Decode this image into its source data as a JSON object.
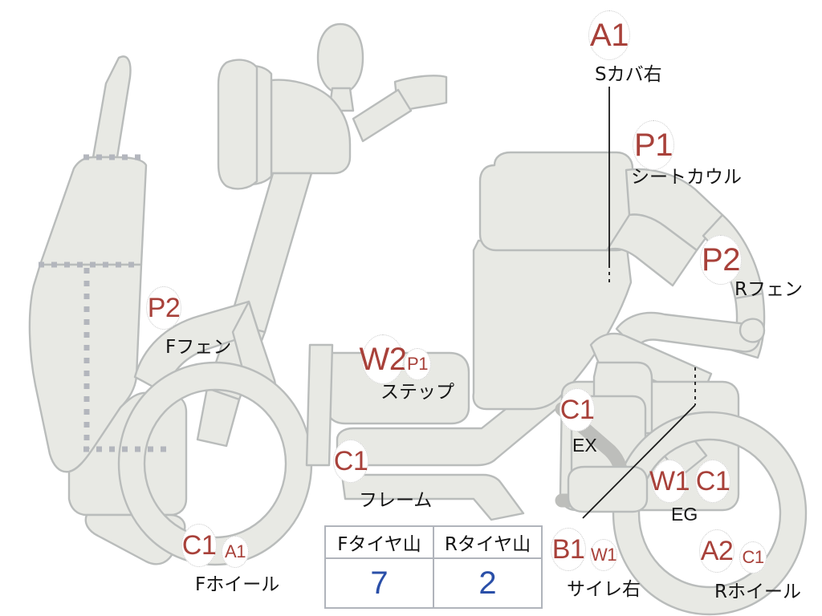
{
  "diagram": {
    "title": "scooter-damage-inspection-diagram",
    "colors": {
      "body_fill": "#e8e9e4",
      "body_stroke": "#b9bcbb",
      "marker_text": "#a8413a",
      "marker_border": "#c9c9c9",
      "caption_text": "#151515",
      "table_border": "#b0b4bb",
      "table_value": "#2a4fa8",
      "leader_line": "#1a1a1a",
      "divider_dash": "#b3b6bd",
      "background": "#ffffff"
    },
    "markers": [
      {
        "code": "A1",
        "part": "Sカバ右",
        "size": "big"
      },
      {
        "code": "P1",
        "part": "シートカウル",
        "size": "big"
      },
      {
        "code": "P2",
        "part": "Rフェン",
        "size": "big"
      },
      {
        "code": "P2",
        "part": "Fフェン",
        "size": "mid"
      },
      {
        "code": "W2",
        "part": "ステップ",
        "size": "big"
      },
      {
        "code": "P1",
        "part": "",
        "size": "small"
      },
      {
        "code": "C1",
        "part": "フレーム",
        "size": "mid"
      },
      {
        "code": "C1",
        "part": "EX",
        "size": "mid"
      },
      {
        "code": "W1",
        "part": "EG",
        "size": "mid"
      },
      {
        "code": "C1",
        "part": "",
        "size": "mid"
      },
      {
        "code": "C1",
        "part": "Fホイール",
        "size": "mid"
      },
      {
        "code": "A1",
        "part": "",
        "size": "small"
      },
      {
        "code": "B1",
        "part": "サイレ右",
        "size": "mid"
      },
      {
        "code": "W1",
        "part": "",
        "size": "small"
      },
      {
        "code": "A2",
        "part": "Rホイール",
        "size": "mid"
      },
      {
        "code": "C1",
        "part": "",
        "size": "small"
      }
    ],
    "labels": {
      "s_cover_right": {
        "code": "A1",
        "name": "Sカバ右"
      },
      "seat_cowl": {
        "code": "P1",
        "name": "シートカウル"
      },
      "rear_fender": {
        "code": "P2",
        "name": "Rフェン"
      },
      "front_fender": {
        "code": "P2",
        "name": "Fフェン"
      },
      "step": {
        "code": "W2",
        "sub": "P1",
        "name": "ステップ"
      },
      "frame": {
        "code": "C1",
        "name": "フレーム"
      },
      "exhaust": {
        "code": "C1",
        "name": "EX"
      },
      "engine": {
        "code": "W1",
        "sub": "C1",
        "name": "EG"
      },
      "front_wheel": {
        "code": "C1",
        "sub": "A1",
        "name": "Fホイール"
      },
      "silencer_right": {
        "code": "B1",
        "sub": "W1",
        "name": "サイレ右"
      },
      "rear_wheel": {
        "code": "A2",
        "sub": "C1",
        "name": "Rホイール"
      }
    },
    "tire_table": {
      "headers": [
        "Fタイヤ山",
        "Rタイヤ山"
      ],
      "values": [
        "7",
        "2"
      ]
    }
  }
}
